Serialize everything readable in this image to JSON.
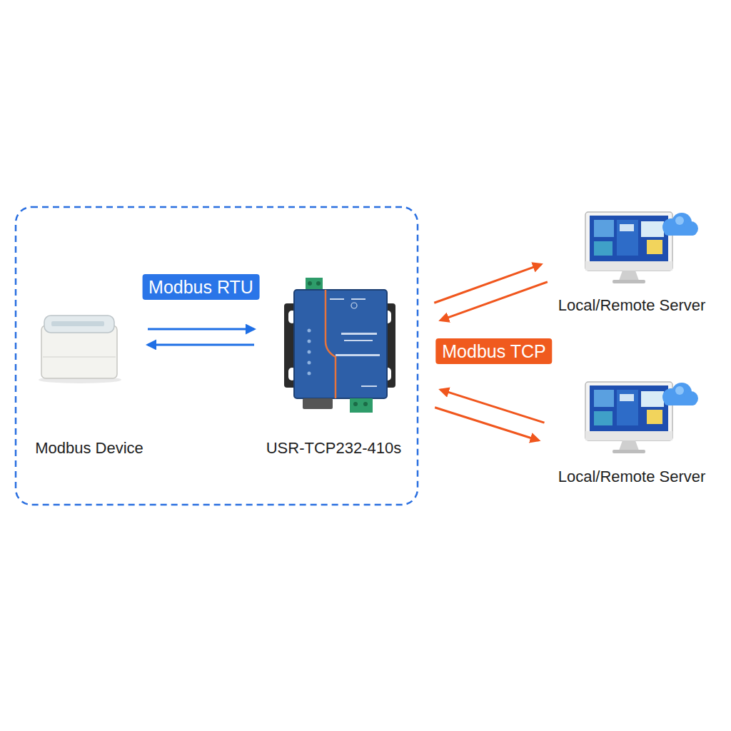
{
  "diagram": {
    "nodes": [
      {
        "text": [
          "Modbus Device"
        ]
      },
      {
        "text": [
          "USR-TCP232-410s"
        ]
      },
      {
        "text": [
          "Local/Remote Server"
        ]
      },
      {
        "text": [
          "Local/Remote Server"
        ]
      }
    ],
    "edges": [
      {
        "from": 0,
        "to": 1,
        "arrow": "both",
        "label": "Modbus RTU"
      },
      {
        "from": 1,
        "to": 2,
        "arrow": "both"
      },
      {
        "from": 1,
        "to": 3,
        "arrow": "both"
      }
    ],
    "labels": [
      "Modbus TCP"
    ]
  }
}
